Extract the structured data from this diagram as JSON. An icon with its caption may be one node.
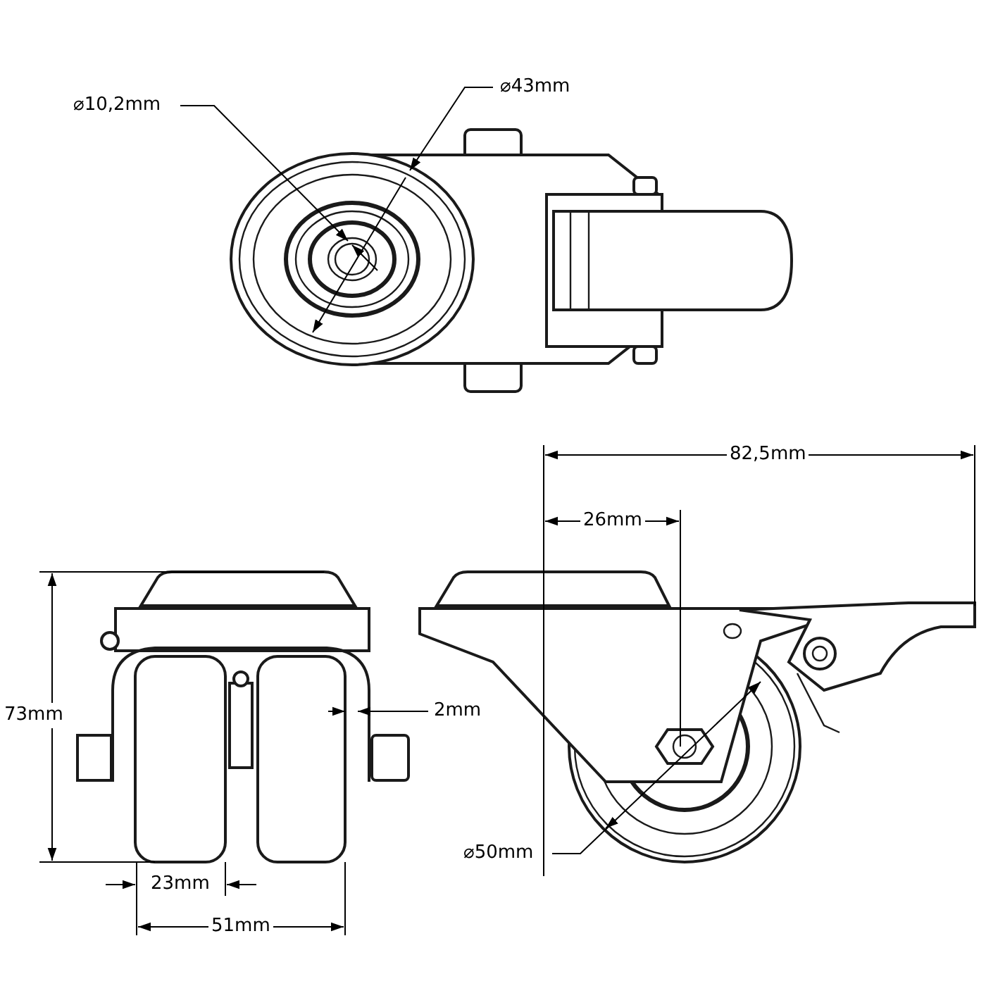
{
  "diagram": {
    "labels": [
      "⌀10,2mm",
      "⌀43mm",
      "82,5mm",
      "26mm",
      "73mm",
      "2mm",
      "23mm",
      "51mm",
      "⌀50mm"
    ]
  }
}
